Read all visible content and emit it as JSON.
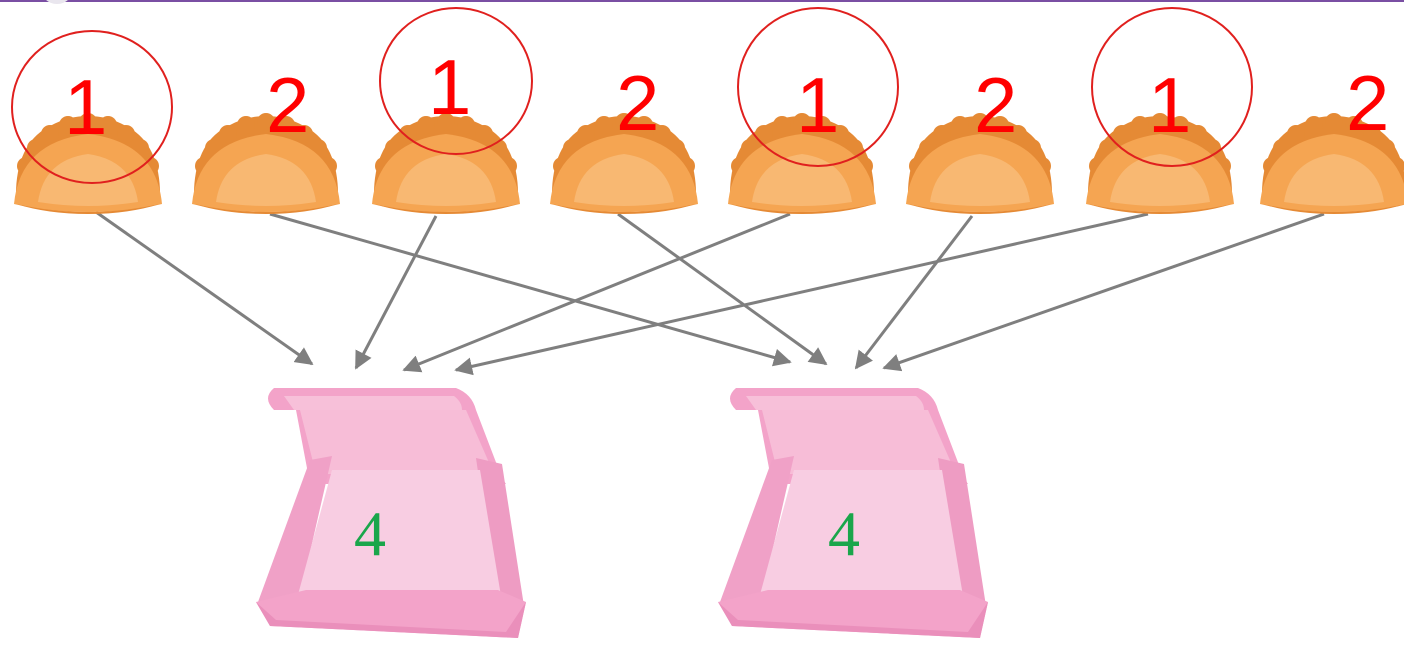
{
  "dumplings": [
    {
      "label": "1",
      "circled": true,
      "target_box": 1
    },
    {
      "label": "2",
      "circled": false,
      "target_box": 2
    },
    {
      "label": "1",
      "circled": true,
      "target_box": 1
    },
    {
      "label": "2",
      "circled": false,
      "target_box": 2
    },
    {
      "label": "1",
      "circled": true,
      "target_box": 1
    },
    {
      "label": "2",
      "circled": false,
      "target_box": 2
    },
    {
      "label": "1",
      "circled": true,
      "target_box": 1
    },
    {
      "label": "2",
      "circled": false,
      "target_box": 2
    }
  ],
  "boxes": [
    {
      "count": "4"
    },
    {
      "count": "4"
    }
  ],
  "colors": {
    "number_red": "#ff0000",
    "circle_red": "#e0201e",
    "count_green": "#1aa64b",
    "arrow_gray": "#7f7f7f",
    "dumpling_orange": "#f5a552",
    "box_pink": "#f3a3c9",
    "top_bar_purple": "#7a4fa3"
  }
}
